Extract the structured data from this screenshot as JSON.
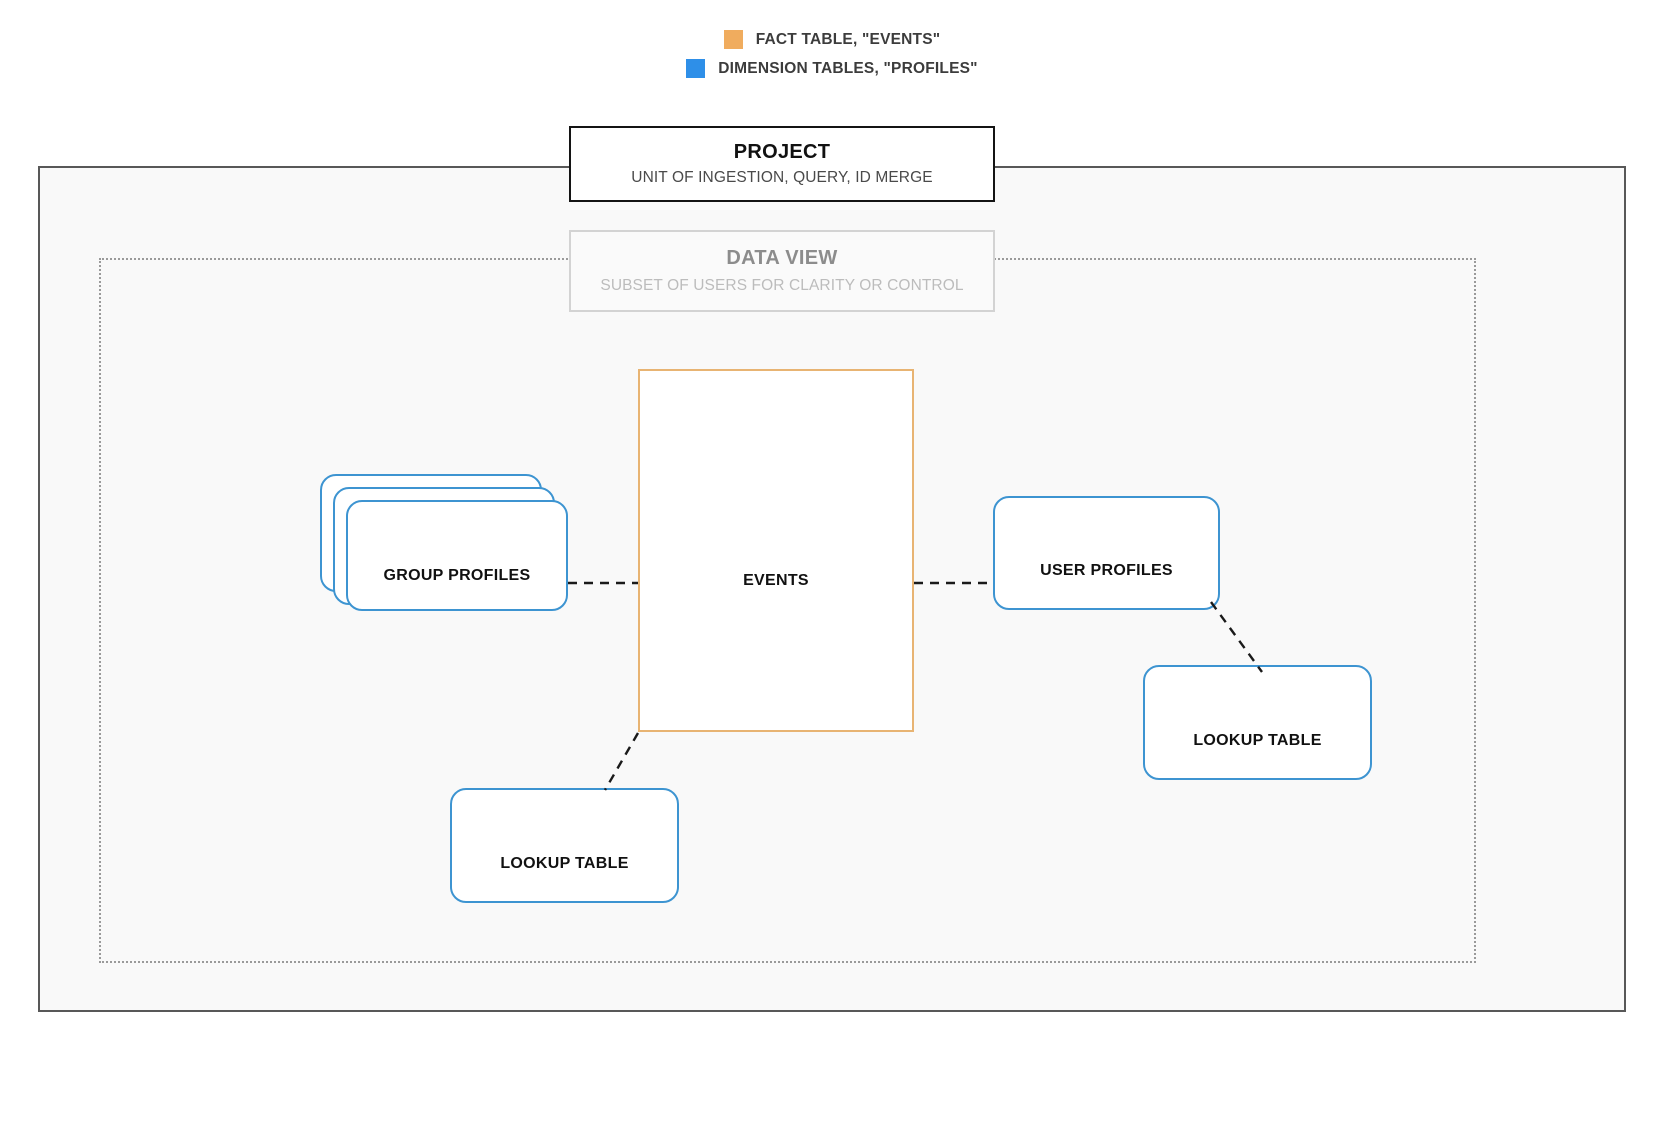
{
  "legend": {
    "items": [
      {
        "label": "FACT TABLE, \"EVENTS\"",
        "color": "#f0ac5e",
        "swatch_name": "fact-table-swatch"
      },
      {
        "label": "DIMENSION TABLES, \"PROFILES\"",
        "color": "#2e8fe8",
        "swatch_name": "dimension-tables-swatch"
      }
    ]
  },
  "project": {
    "title": "PROJECT",
    "subtitle": "UNIT OF INGESTION, QUERY, ID MERGE",
    "border_color": "#141414",
    "fill_color": "#f9f9f9"
  },
  "data_view": {
    "title": "DATA VIEW",
    "subtitle": "SUBSET OF USERS FOR CLARITY OR CONTROL",
    "border_color": "#d3d3d3",
    "container_border_color": "#9a9a9a"
  },
  "nodes": {
    "events": {
      "label": "EVENTS",
      "type": "fact-table",
      "color": "#e8b473"
    },
    "group_profiles": {
      "label": "GROUP PROFILES",
      "type": "dimension-table",
      "color": "#3d94d1",
      "stack_count": 3
    },
    "user_profiles": {
      "label": "USER PROFILES",
      "type": "dimension-table",
      "color": "#3d94d1"
    },
    "lookup_table_right": {
      "label": "LOOKUP TABLE",
      "type": "dimension-table",
      "color": "#3d94d1"
    },
    "lookup_table_left": {
      "label": "LOOKUP TABLE",
      "type": "dimension-table",
      "color": "#3d94d1"
    }
  },
  "connections": [
    {
      "name": "group-profiles-to-events",
      "style": "dashed",
      "color": "#1a1a1a"
    },
    {
      "name": "events-to-user-profiles",
      "style": "dashed",
      "color": "#1a1a1a"
    },
    {
      "name": "user-profiles-to-lookup-table",
      "style": "dashed",
      "color": "#1a1a1a"
    },
    {
      "name": "events-to-lookup-table",
      "style": "dashed",
      "color": "#1a1a1a"
    }
  ]
}
